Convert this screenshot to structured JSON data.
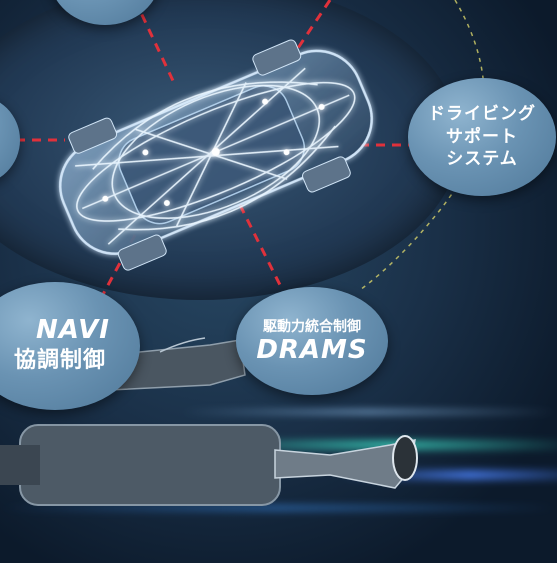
{
  "bubbles": {
    "driving_support": {
      "line1": "ドライビング",
      "line2": "サポート",
      "line3": "システム"
    },
    "drams": {
      "subtitle": "駆動力統合制御",
      "title": "DRAMS"
    },
    "navi": {
      "title": "NAVI",
      "subtitle": "協調制御"
    }
  },
  "colors": {
    "background": "#0f2236",
    "bubble": "#6a93b3",
    "dashed_line": "#e0313b",
    "car_glow": "#cfe6ff"
  }
}
